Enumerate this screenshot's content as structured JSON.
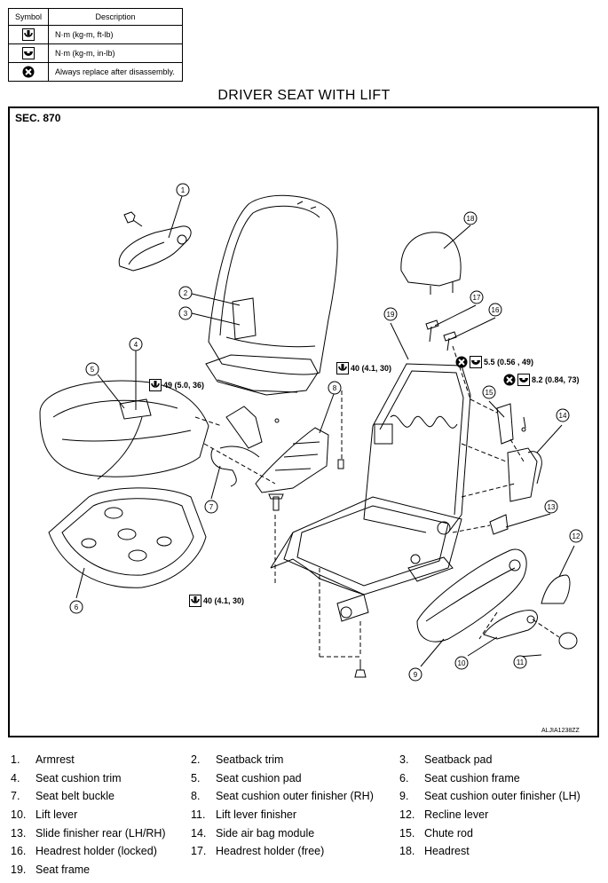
{
  "symbol_table": {
    "headers": {
      "symbol": "Symbol",
      "description": "Description"
    },
    "rows": [
      {
        "icon": "torque-wrench-icon",
        "description": "N·m (kg-m, ft-lb)"
      },
      {
        "icon": "torque-wrench-small-icon",
        "description": "N·m (kg-m, in-lb)"
      },
      {
        "icon": "replace-x-icon",
        "description": "Always replace after disassembly."
      }
    ]
  },
  "title": "DRIVER SEAT WITH LIFT",
  "section": "SEC. 870",
  "reference_code": "ALJIA1238ZZ",
  "torques": [
    {
      "id": "t1",
      "value": "49 (5.0, 36)",
      "icon": "torque-wrench-icon"
    },
    {
      "id": "t2",
      "value": "40 (4.1, 30)",
      "icon": "torque-wrench-icon"
    },
    {
      "id": "t3",
      "value": "5.5 (0.56 , 49)",
      "icon": "torque-wrench-small-icon",
      "replace": true
    },
    {
      "id": "t4",
      "value": "8.2 (0.84, 73)",
      "icon": "torque-wrench-small-icon",
      "replace": true
    },
    {
      "id": "t5",
      "value": "40 (4.1, 30)",
      "icon": "torque-wrench-icon"
    }
  ],
  "callouts": [
    "1",
    "2",
    "3",
    "4",
    "5",
    "6",
    "7",
    "8",
    "9",
    "10",
    "11",
    "12",
    "13",
    "14",
    "15",
    "16",
    "17",
    "18",
    "19"
  ],
  "legend": [
    {
      "num": "1.",
      "label": "Armrest"
    },
    {
      "num": "2.",
      "label": "Seatback trim"
    },
    {
      "num": "3.",
      "label": "Seatback pad"
    },
    {
      "num": "4.",
      "label": "Seat cushion trim"
    },
    {
      "num": "5.",
      "label": "Seat cushion pad"
    },
    {
      "num": "6.",
      "label": "Seat cushion frame"
    },
    {
      "num": "7.",
      "label": "Seat belt buckle"
    },
    {
      "num": "8.",
      "label": "Seat cushion outer finisher (RH)"
    },
    {
      "num": "9.",
      "label": "Seat cushion outer finisher (LH)"
    },
    {
      "num": "10.",
      "label": "Lift lever"
    },
    {
      "num": "11.",
      "label": "Lift lever finisher"
    },
    {
      "num": "12.",
      "label": "Recline lever"
    },
    {
      "num": "13.",
      "label": "Slide finisher rear (LH/RH)"
    },
    {
      "num": "14.",
      "label": "Side air bag module"
    },
    {
      "num": "15.",
      "label": "Chute rod"
    },
    {
      "num": "16.",
      "label": "Headrest holder (locked)"
    },
    {
      "num": "17.",
      "label": "Headrest holder (free)"
    },
    {
      "num": "18.",
      "label": "Headrest"
    },
    {
      "num": "19.",
      "label": "Seat frame"
    }
  ]
}
